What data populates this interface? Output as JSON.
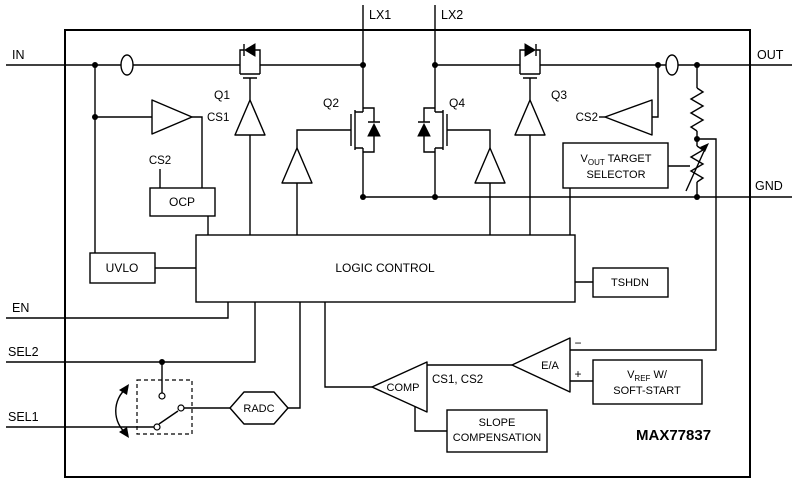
{
  "part_number": "MAX77837",
  "pins": {
    "in": "IN",
    "out": "OUT",
    "gnd": "GND",
    "en": "EN",
    "sel2": "SEL2",
    "sel1": "SEL1",
    "lx1": "LX1",
    "lx2": "LX2"
  },
  "transistors": {
    "q1": "Q1",
    "q2": "Q2",
    "q3": "Q3",
    "q4": "Q4"
  },
  "signals": {
    "cs1": "CS1",
    "cs2": "CS2",
    "cs_pair": "CS1, CS2"
  },
  "blocks": {
    "ocp": "OCP",
    "uvlo": "UVLO",
    "logic": "LOGIC CONTROL",
    "tshdn": "TSHDN",
    "radc": "RADC",
    "comp": "COMP",
    "ea": "E/A",
    "ea_minus": "−",
    "ea_plus": "+",
    "vout_selector": {
      "pre": "V",
      "sub": "OUT",
      "post": " TARGET",
      "line2": "SELECTOR"
    },
    "vref": {
      "pre": "V",
      "sub": "REF",
      "post": " W/",
      "line2": "SOFT-START"
    },
    "slope": {
      "line1": "SLOPE",
      "line2": "COMPENSATION"
    }
  },
  "colors": {
    "line": "#000000",
    "background": "#ffffff"
  }
}
